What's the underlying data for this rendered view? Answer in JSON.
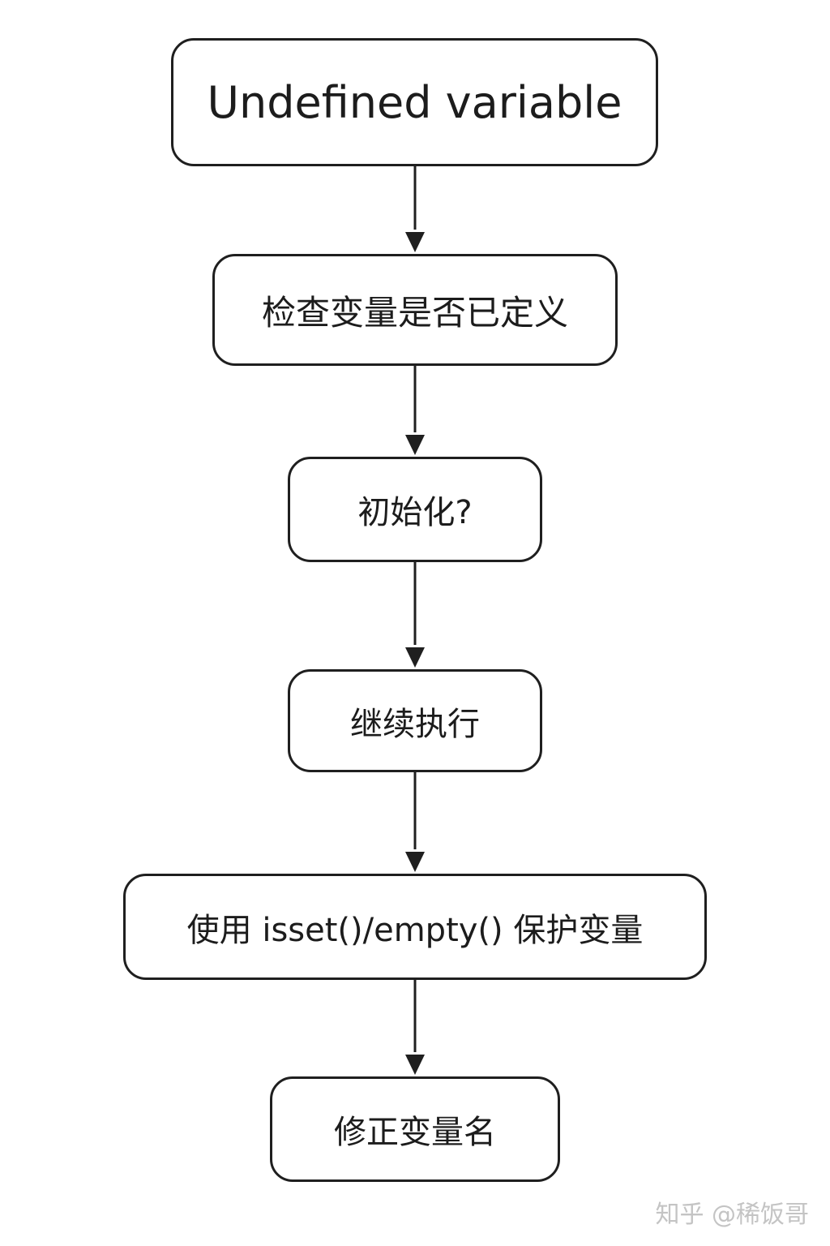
{
  "flowchart": {
    "nodes": [
      {
        "id": "n1",
        "text": "Undefined variable"
      },
      {
        "id": "n2",
        "text": "检查变量是否已定义"
      },
      {
        "id": "n3",
        "text": "初始化?"
      },
      {
        "id": "n4",
        "text": "继续执行"
      },
      {
        "id": "n5",
        "text": "使用 isset()/empty() 保护变量"
      },
      {
        "id": "n6",
        "text": "修正变量名"
      }
    ],
    "edges": [
      {
        "from": "n1",
        "to": "n2"
      },
      {
        "from": "n2",
        "to": "n3"
      },
      {
        "from": "n3",
        "to": "n4"
      },
      {
        "from": "n4",
        "to": "n5"
      },
      {
        "from": "n5",
        "to": "n6"
      }
    ]
  },
  "watermark": "知乎 @稀饭哥",
  "colors": {
    "stroke": "#1f1f1f",
    "text": "#1c1c1c",
    "background": "#ffffff",
    "watermark": "#c4c4c4"
  }
}
